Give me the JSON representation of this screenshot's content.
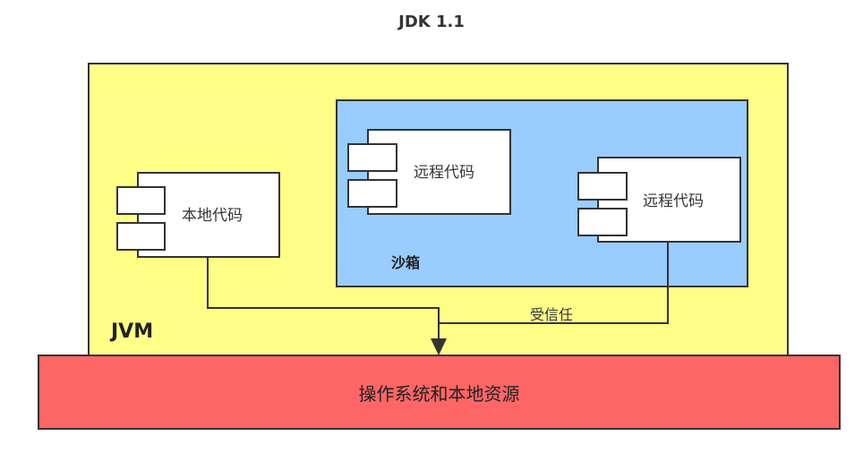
{
  "diagram": {
    "title": "JDK 1.1",
    "jvm_label": "JVM",
    "sandbox_label": "沙箱",
    "local_code_label": "本地代码",
    "remote_code_1_label": "远程代码",
    "remote_code_2_label": "远程代码",
    "trusted_label": "受信任",
    "os_label": "操作系统和本地资源"
  },
  "colors": {
    "jvm_fill": "#ffff88",
    "sandbox_fill": "#99ccff",
    "os_fill": "#ff6666",
    "component_fill": "#ffffff",
    "stroke": "#333333"
  }
}
